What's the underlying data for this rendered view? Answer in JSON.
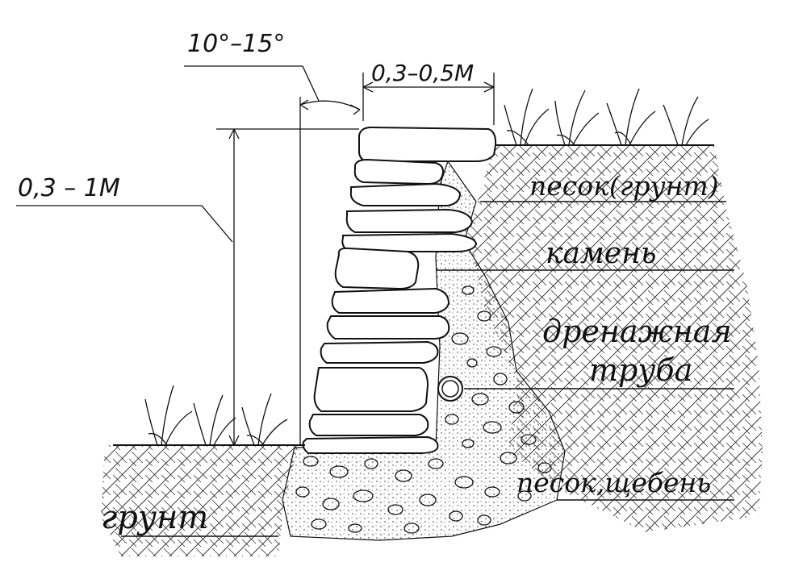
{
  "dimensions": {
    "angle": "10°–15°",
    "width": "0,3–0,5М",
    "height": "0,3 – 1М"
  },
  "labels": {
    "sand_soil": "песок(грунт)",
    "stone": "камень",
    "drain_pipe_line1": "дренажная",
    "drain_pipe_line2": "труба",
    "sand_gravel": "песок,щебень",
    "ground": "грунт"
  },
  "colors": {
    "ink": "#111111",
    "paper": "#ffffff"
  }
}
